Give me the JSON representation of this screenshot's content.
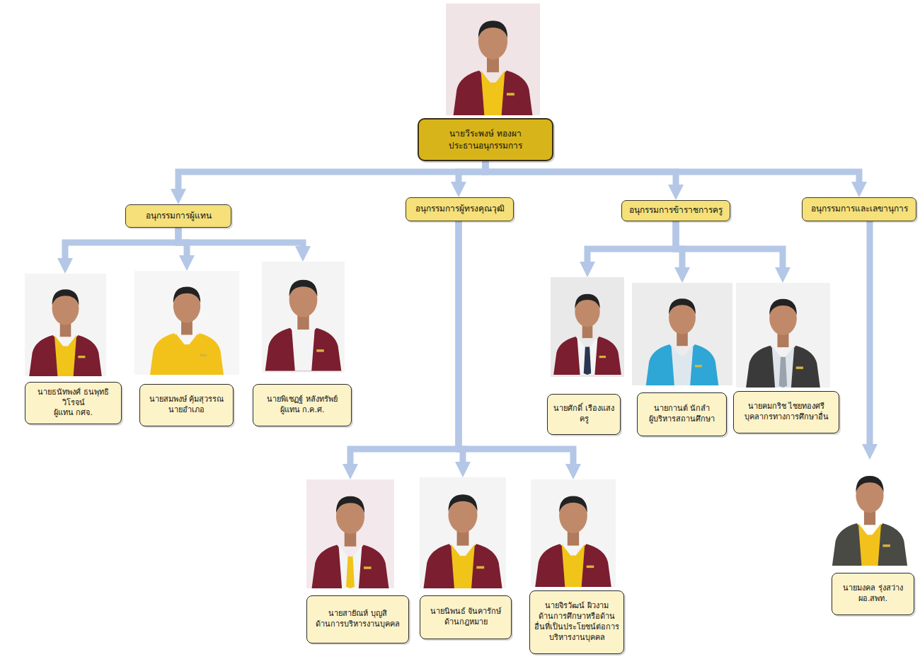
{
  "diagram": {
    "nodes": [
      {
        "text": [
          "นายวีระพงษ์ ทองผา",
          "ประธานอนุกรรมการ"
        ]
      },
      {
        "text": [
          "อนุกรรมการผู้แทน"
        ]
      },
      {
        "text": [
          "อนุกรรมการผู้ทรงคุณวุฒิ"
        ]
      },
      {
        "text": [
          "อนุกรรมการข้าราชการครู"
        ]
      },
      {
        "text": [
          "อนุกรรมการและเลขานุการ"
        ]
      },
      {
        "text": [
          "นายธนัทพงศ์ ธนพุทธิวิโรจน์",
          "ผู้แทน กศจ."
        ]
      },
      {
        "text": [
          "นายสมพงษ์ คุ้มสุวรรณ",
          "นายอำเภอ"
        ]
      },
      {
        "text": [
          "นายพิเชฏฐ์ หลังทรัพย์",
          "ผู้แทน ก.ค.ศ."
        ]
      },
      {
        "text": [
          "นายศักดิ์ เรืองแสง",
          "ครู"
        ]
      },
      {
        "text": [
          "นายกานต์ นักลำ",
          "ผู้บริหารสถานศึกษา"
        ]
      },
      {
        "text": [
          "นายคมกริช ไชยทองศรี",
          "บุคลากรทางการศึกษาอื่น"
        ]
      },
      {
        "text": [
          "นายสายัณห์ บุญสิ",
          "ด้านการบริหารงานบุคคล"
        ]
      },
      {
        "text": [
          "นายนิพนธ์ จันคารักษ์",
          "ด้านกฎหมาย"
        ]
      },
      {
        "text": [
          "นายจิรวัฒน์ ผิวงาม",
          "ด้านการศึกษาหรือด้านอื่นที่เป็นประโยชน์ต่อการบริหารงานบุคคล"
        ]
      },
      {
        "text": [
          "นายมงคล รุ่งสว่าง",
          "ผอ.สพท."
        ]
      }
    ],
    "edges": [
      {
        "from": 0,
        "to": 1,
        "arrow": "to"
      },
      {
        "from": 0,
        "to": 2,
        "arrow": "to"
      },
      {
        "from": 0,
        "to": 3,
        "arrow": "to"
      },
      {
        "from": 0,
        "to": 4,
        "arrow": "to"
      },
      {
        "from": 1,
        "to": 5,
        "arrow": "to"
      },
      {
        "from": 1,
        "to": 6,
        "arrow": "to"
      },
      {
        "from": 1,
        "to": 7,
        "arrow": "to"
      },
      {
        "from": 3,
        "to": 8,
        "arrow": "to"
      },
      {
        "from": 3,
        "to": 9,
        "arrow": "to"
      },
      {
        "from": 3,
        "to": 10,
        "arrow": "to"
      },
      {
        "from": 2,
        "to": 11,
        "arrow": "to"
      },
      {
        "from": 2,
        "to": 12,
        "arrow": "to"
      },
      {
        "from": 2,
        "to": 13,
        "arrow": "to"
      },
      {
        "from": 4,
        "to": 14,
        "arrow": "to"
      }
    ]
  }
}
